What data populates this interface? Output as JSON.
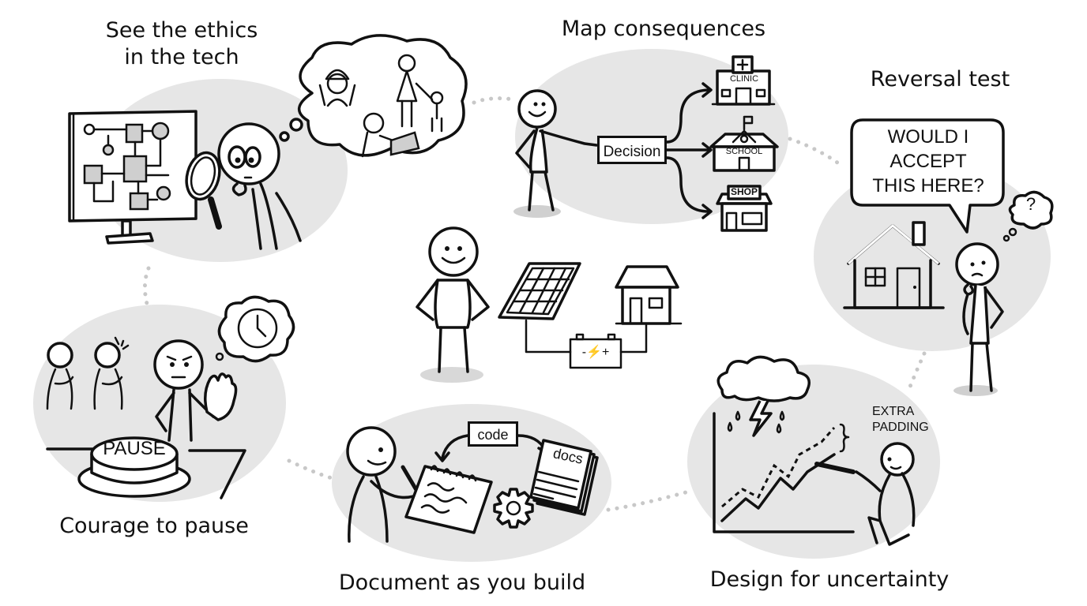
{
  "panels": [
    {
      "id": "see-ethics",
      "title_lines": [
        "See the ethics",
        "in the tech"
      ],
      "thought_figures": [
        "construction-worker-with-wrenches",
        "parent-holding-child-hand",
        "person-using-keypad"
      ]
    },
    {
      "id": "map-consequences",
      "title": "Map consequences",
      "decision_label": "Decision",
      "outcomes": [
        "CLINIC",
        "SCHOOL",
        "SHOP"
      ]
    },
    {
      "id": "reversal-test",
      "title": "Reversal test",
      "speech_lines": [
        "WOULD I",
        "ACCEPT",
        "THIS HERE?"
      ],
      "thought_symbol": "?"
    },
    {
      "id": "design-uncertainty",
      "title": "Design for uncertainty",
      "annotation_lines": [
        "EXTRA",
        "PADDING"
      ]
    },
    {
      "id": "document-build",
      "title": "Document as you build",
      "code_label": "code",
      "docs_label": "docs"
    },
    {
      "id": "courage-pause",
      "title": "Courage to pause",
      "button_label": "PAUSE"
    }
  ],
  "center": {
    "description": "engineer with solar panel, battery and house",
    "battery_label": "-⚡+"
  },
  "colors": {
    "background": "#ffffff",
    "blob": "#e6e6e6",
    "ink": "#111111",
    "dots": "#c8c8c8"
  }
}
